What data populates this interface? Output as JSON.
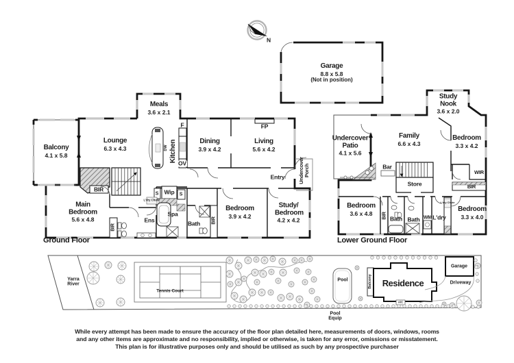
{
  "compass": {
    "north": "N"
  },
  "garage_detached": {
    "name": "Garage",
    "dims": "8.8 x 5.8",
    "note": "(Not in position)"
  },
  "ground_floor": {
    "title": "Ground Floor",
    "rooms": {
      "meals": {
        "name": "Meals",
        "dims": "3.6 x 2.1"
      },
      "balcony": {
        "name": "Balcony",
        "dims": "4.1 x 5.8"
      },
      "lounge": {
        "name": "Lounge",
        "dims": "6.3 x 4.3"
      },
      "kitchen": {
        "name": "Kitchen"
      },
      "dining": {
        "name": "Dining",
        "dims": "3.9 x 4.2"
      },
      "living": {
        "name": "Living",
        "dims": "5.6 x 4.2"
      },
      "main_bedroom": {
        "name": "Main Bedroom",
        "dims": "5.6 x 4.8"
      },
      "bedroom": {
        "name": "Bedroom",
        "dims": "3.9 x 4.2"
      },
      "study_bedroom": {
        "name": "Study/ Bedroom",
        "dims": "4.2 x 4.2"
      },
      "ens": {
        "name": "Ens"
      },
      "spa": {
        "name": "Spa"
      },
      "wip": {
        "name": "Wip"
      },
      "bath": {
        "name": "Bath"
      },
      "entry": {
        "name": "Entry"
      },
      "porch": {
        "name": "Undercover Porch"
      }
    },
    "small": {
      "bir": "BIR",
      "s": "S",
      "f": "F",
      "ov": "OV",
      "dw": "DW",
      "fp": "FP",
      "ldry_chute": "L'dry Chute"
    }
  },
  "lower_ground_floor": {
    "title": "Lower Ground Floor",
    "rooms": {
      "study_nook": {
        "name": "Study Nook",
        "dims": "3.6 x 2.0"
      },
      "patio": {
        "name": "Undercover Patio",
        "dims": "4.1 x 5.6"
      },
      "family": {
        "name": "Family",
        "dims": "6.6 x 4.3"
      },
      "bedroom_top": {
        "name": "Bedroom",
        "dims": "3.3 x 4.2"
      },
      "bedroom_left": {
        "name": "Bedroom",
        "dims": "3.6 x 4.8"
      },
      "bedroom_right": {
        "name": "Bedroom",
        "dims": "3.3 x 4.0"
      },
      "bar": {
        "name": "Bar"
      },
      "store": {
        "name": "Store"
      },
      "wir": {
        "name": "WIR"
      },
      "bir": {
        "name": "BIR"
      },
      "bath1": {
        "name": "Bath"
      },
      "bath2": {
        "name": "Bath"
      },
      "wm": {
        "name": "WM"
      },
      "ldry": {
        "name": "L'dry"
      },
      "ldry_chute": {
        "name": "L'dry Chute"
      }
    }
  },
  "site_plan": {
    "yarra_river": "Yarra River",
    "tennis_court": "Tennis Court",
    "pool": "Pool",
    "pool_equip": "Pool Equip",
    "balcony": "Balcony",
    "residence": "Residence",
    "ac": "A/C",
    "garage": "Garage",
    "driveway": "Driveway"
  },
  "disclaimer": {
    "line1": "While every attempt has been made to ensure the accuracy of the floor plan detailed here, measurements of doors, windows, rooms",
    "line2": "and any other items are approximate and no responsibility, implied or otherwise, is taken for any error, omissions or misstatement.",
    "line3": "This plan is for illustrative purposes only and should be utilised as such by any prospective purchaser"
  }
}
